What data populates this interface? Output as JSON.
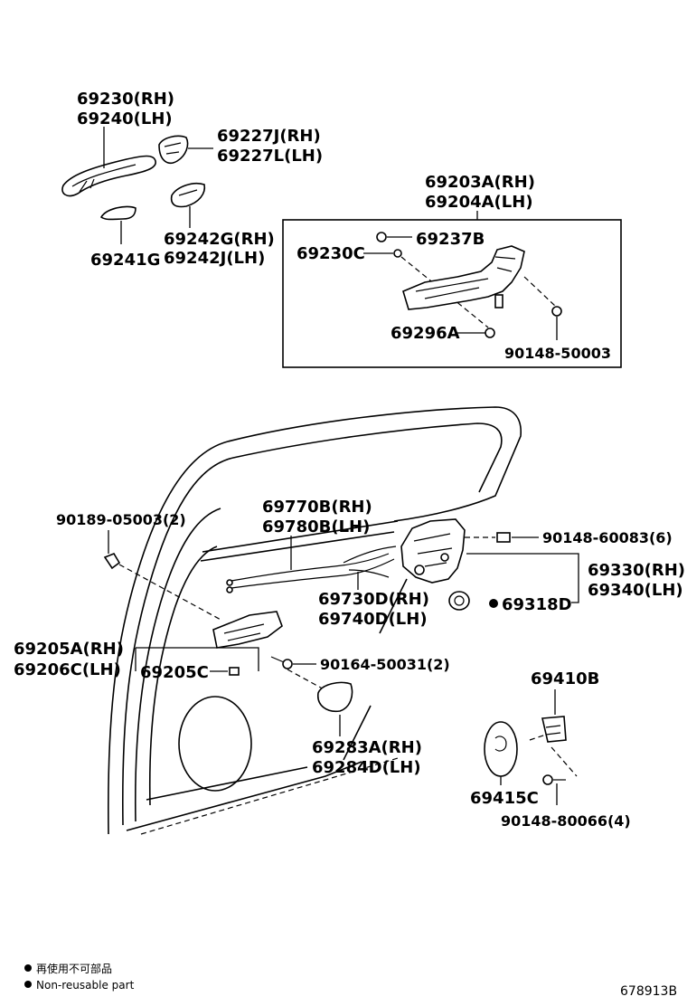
{
  "labels": {
    "handle_rh": "69230(RH)",
    "handle_lh": "69240(LH)",
    "cover_rh": "69227J(RH)",
    "cover_lh": "69227L(LH)",
    "pad": "69241G",
    "pad2_rh": "69242G(RH)",
    "pad2_lh": "69242J(LH)",
    "frame_rh": "69203A(RH)",
    "frame_lh": "69204A(LH)",
    "frame_clip": "69237B",
    "frame_part": "69230C",
    "frame_screw": "69296A",
    "frame_bolt": "90148-50003",
    "clip_top": "90189-05003(2)",
    "cable_rh": "69770B(RH)",
    "cable_lh": "69780B(LH)",
    "screw_lock": "90148-60083(6)",
    "lock_rh": "69330(RH)",
    "lock_lh": "69340(LH)",
    "cable2_rh": "69730D(RH)",
    "cable2_lh": "69740D(LH)",
    "grommet": "69318D",
    "inner_rh": "69205A(RH)",
    "inner_lh": "69206C(LH)",
    "inner_clip": "69205C",
    "screw_inner": "90164-50031(2)",
    "bezel_rh": "69283A(RH)",
    "bezel_lh": "69284D(LH)",
    "striker": "69410B",
    "striker_shim": "69415C",
    "striker_screw": "90148-80066(4)"
  },
  "legend": {
    "jp": "再使用不可部品",
    "en": "Non-reusable part"
  },
  "diagram_code": "678913B"
}
